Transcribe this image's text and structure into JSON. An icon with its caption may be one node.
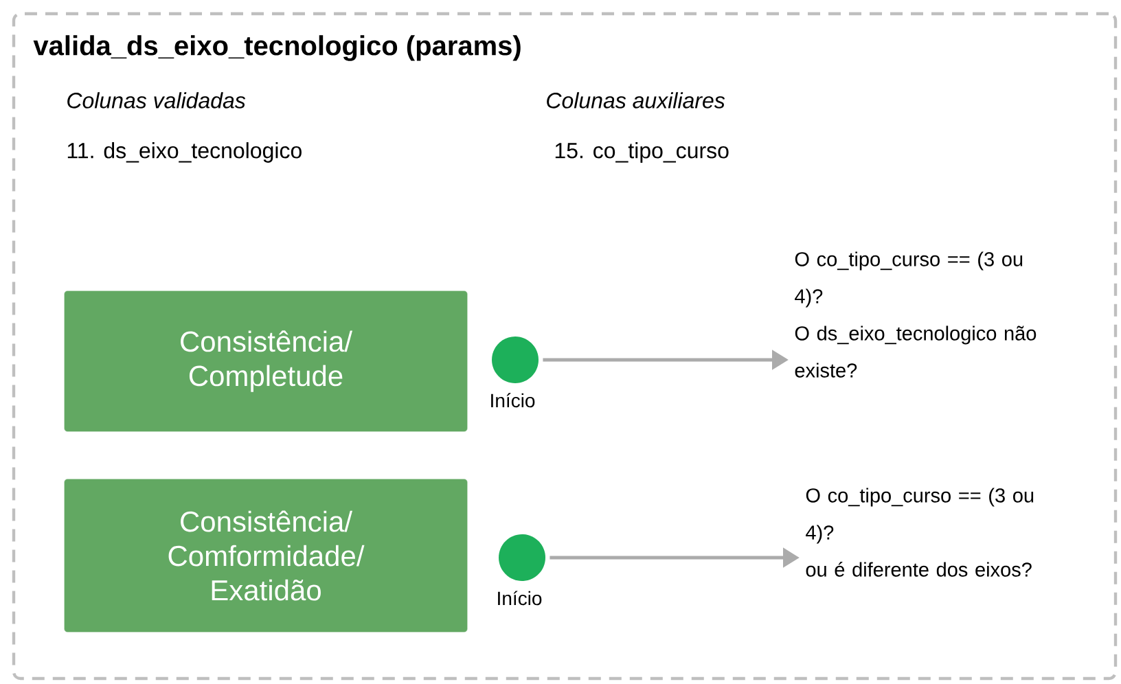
{
  "diagram": {
    "nodes": [
      {
        "text": [
          "valida_ds_eixo_tecnologico (params)"
        ]
      },
      {
        "text": [
          "Consistência/ Completude"
        ],
        "in": 0
      },
      {
        "text": [],
        "shape": "circle",
        "beside": [
          "Início"
        ],
        "in": 0
      },
      {
        "text": [
          "O co_tipo_curso == (3 ou 4)?",
          "O ds_eixo_tecnologico não existe?"
        ],
        "in": 0
      },
      {
        "text": [
          "Consistência/ Comformidade/ Exatidão"
        ],
        "in": 0
      },
      {
        "text": [],
        "shape": "circle",
        "beside": [
          "Início"
        ],
        "in": 0
      },
      {
        "text": [
          "O co_tipo_curso == (3 ou 4)?",
          "ou é diferente dos eixos?"
        ],
        "in": 0
      }
    ],
    "edges": [
      {
        "from": 2,
        "to": 3,
        "arrow": "to"
      },
      {
        "from": 5,
        "to": 6,
        "arrow": "to"
      }
    ],
    "labels": [
      "Colunas validadas",
      "Colunas auxiliares",
      "11. ds_eixo_tecnologico",
      "15. co_tipo_curso"
    ]
  }
}
